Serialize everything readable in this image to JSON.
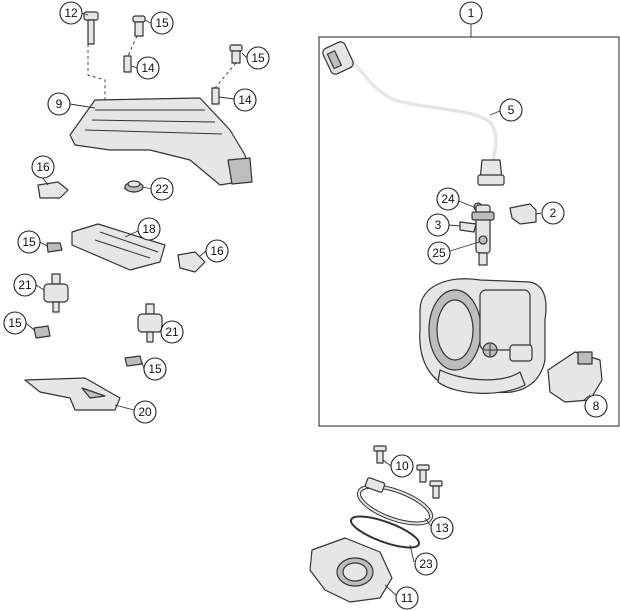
{
  "callouts": {
    "c1": "1",
    "c2": "2",
    "c3": "3",
    "c5": "5",
    "c8": "8",
    "c9": "9",
    "c10": "10",
    "c11": "11",
    "c12": "12",
    "c13": "13",
    "c14a": "14",
    "c14b": "14",
    "c15a": "15",
    "c15b": "15",
    "c15c": "15",
    "c15d": "15",
    "c15e": "15",
    "c16a": "16",
    "c16b": "16",
    "c18": "18",
    "c20": "20",
    "c21a": "21",
    "c21b": "21",
    "c22": "22",
    "c23": "23",
    "c24": "24",
    "c25": "25"
  }
}
